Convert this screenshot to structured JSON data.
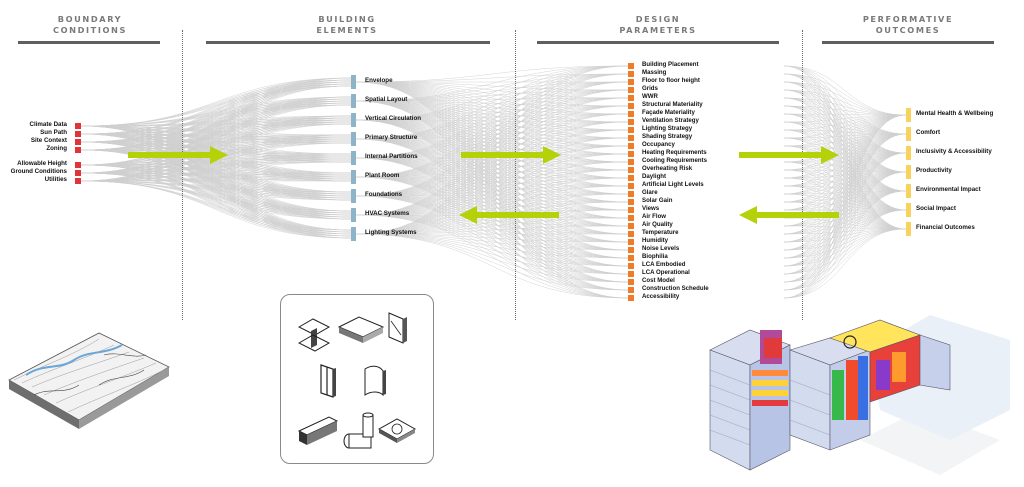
{
  "columns": [
    {
      "id": "boundary",
      "heading": "BOUNDARY\nCONDITIONS"
    },
    {
      "id": "building",
      "heading": "BUILDING\nELEMENTS"
    },
    {
      "id": "design",
      "heading": "DESIGN\nPARAMETERS"
    },
    {
      "id": "performative",
      "heading": "PERFORMATIVE\nOUTCOMES"
    }
  ],
  "boundary_conditions": [
    "Climate Data",
    "Sun Path",
    "Site Context",
    "Zoning",
    "Allowable Height",
    "Ground Conditions",
    "Utilities"
  ],
  "building_elements": [
    "Envelope",
    "Spatial Layout",
    "Vertical Circulation",
    "Primary Structure",
    "Internal Partitions",
    "Plant Room",
    "Foundations",
    "HVAC Systems",
    "Lighting Systems"
  ],
  "design_parameters": [
    "Building Placement",
    "Massing",
    "Floor to floor height",
    "Grids",
    "WWR",
    "Structural Materiality",
    "Façade Materiality",
    "Ventilation Strategy",
    "Lighting Strategy",
    "Shading Strategy",
    "Occupancy",
    "Heating Requirements",
    "Cooling Requirements",
    "Overheating Risk",
    "Daylight",
    "Artificial Light Levels",
    "Glare",
    "Solar Gain",
    "Views",
    "Air Flow",
    "Air Quality",
    "Temperature",
    "Humidity",
    "Noise Levels",
    "Biophilia",
    "LCA Embodied",
    "LCA Operational",
    "Cost Model",
    "Construction Schedule",
    "Accessibility"
  ],
  "performative_outcomes": [
    "Mental Health & Wellbeing",
    "Comfort",
    "Inclusivity & Accessibility",
    "Productivity",
    "Environmental Impact",
    "Social Impact",
    "Financial Outcomes"
  ],
  "colors": {
    "boundary_marker": "#e0343a",
    "building_marker": "#8db4c8",
    "design_marker": "#f07b2a",
    "outcome_marker": "#f8d25c",
    "arrow": "#b5d10a",
    "flow_lines": "#cfcfcf",
    "heading_text": "#7a7a7a",
    "heading_rule": "#5f5f5f"
  },
  "icons": {
    "site_model": "topographic-site-model-icon",
    "element_library": [
      "steel-beam-icon",
      "slab-panel-icon",
      "wall-panel-icon",
      "window-frame-icon",
      "curved-wall-panel-icon",
      "duct-icon",
      "pipe-valve-icon",
      "ceiling-fan-unit-icon"
    ],
    "building_model": "analysed-building-model-icon"
  }
}
